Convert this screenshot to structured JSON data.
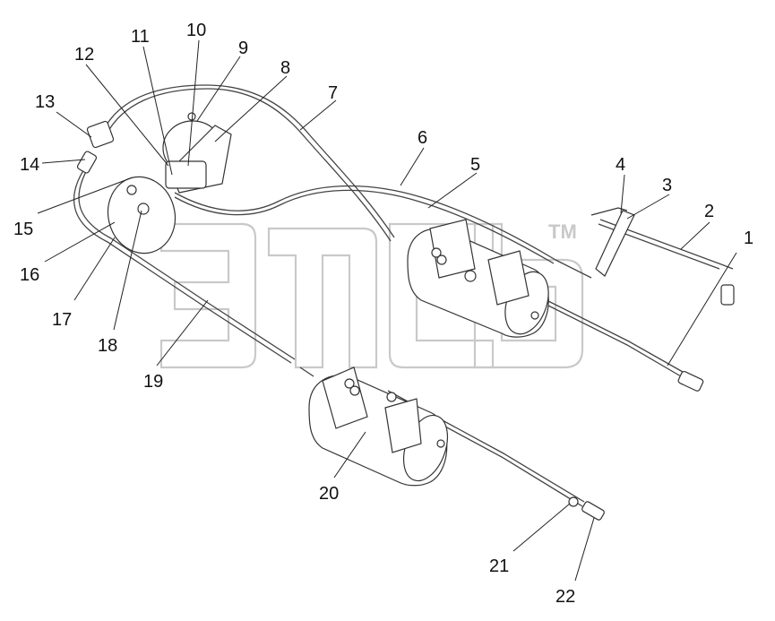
{
  "watermark": {
    "tm": "TM"
  },
  "callouts": [
    "1",
    "2",
    "3",
    "4",
    "5",
    "6",
    "7",
    "8",
    "9",
    "10",
    "11",
    "12",
    "13",
    "14",
    "15",
    "16",
    "17",
    "18",
    "19",
    "20",
    "21",
    "22"
  ]
}
